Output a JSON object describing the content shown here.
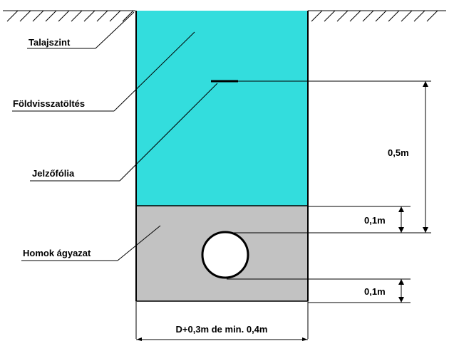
{
  "labels": {
    "ground_level": "Talajszint",
    "backfill": "Földvisszatöltés",
    "warning_foil": "Jelzőfólia",
    "sand_bedding": "Homok ágyazat"
  },
  "dimensions": {
    "foil_depth": "0,5m",
    "cover_above_pipe": "0,1m",
    "bedding_below_pipe": "0,1m",
    "trench_width": "D+0,3m de min. 0,4m"
  },
  "colors": {
    "backfill": "#33dddd",
    "sand": "#c2c2c2",
    "pipe": "#ffffff",
    "foil": "#000000",
    "lines": "#000000",
    "background": "#ffffff"
  }
}
